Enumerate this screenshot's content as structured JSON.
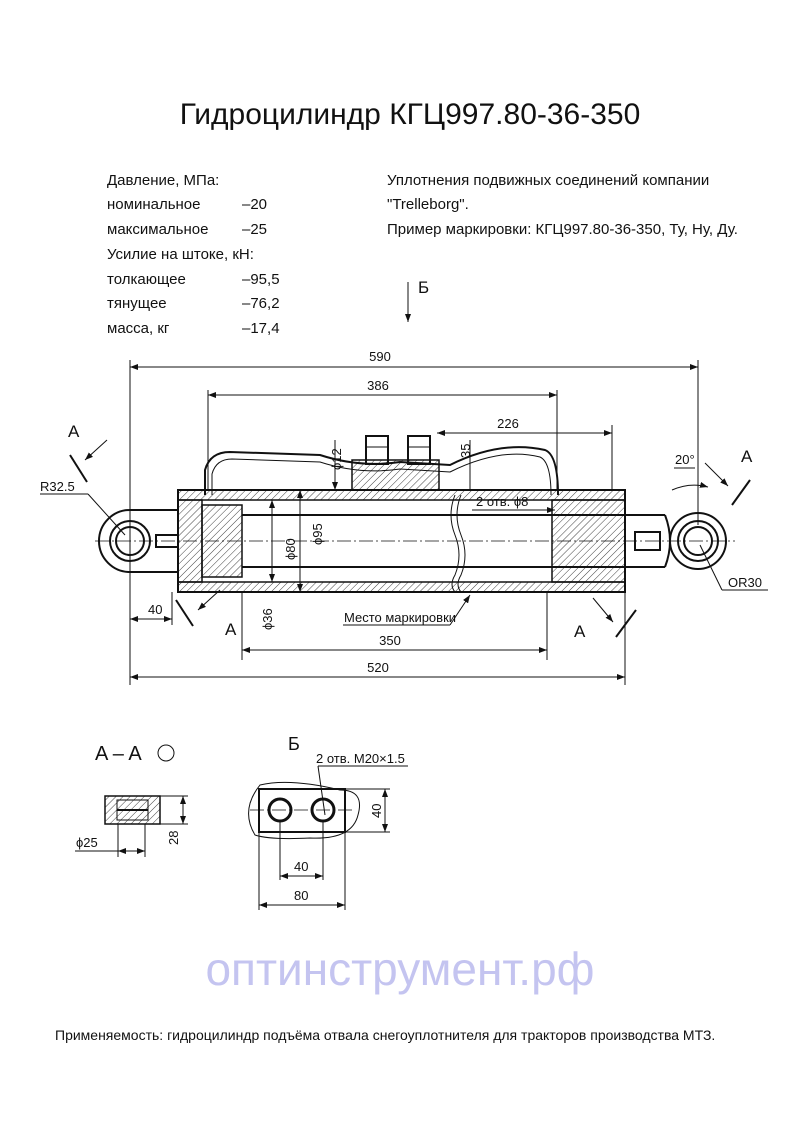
{
  "title": "Гидроцилиндр КГЦ997.80-36-350",
  "specs": {
    "pressure_heading": "Давление, МПа:",
    "rows": [
      {
        "label": "номинальное",
        "value": "–20"
      },
      {
        "label": "максимальное",
        "value": "–25"
      }
    ],
    "force_heading": "Усилие на штоке, кН:",
    "force_rows": [
      {
        "label": "толкающее",
        "value": "–95,5"
      },
      {
        "label": "тянущее",
        "value": "–76,2"
      },
      {
        "label": "масса, кг",
        "value": "–17,4"
      }
    ]
  },
  "notes": {
    "line1": "Уплотнения подвижных соединений компании",
    "line2": "\"Trelleborg\".",
    "line3": "Пример маркировки: КГЦ997.80-36-350, Ту, Ну, Ду."
  },
  "view_b_arrow_label": "Б",
  "dimensions": {
    "overall": "590",
    "d386": "386",
    "d226": "226",
    "d35": "35",
    "phi12": "ϕ12",
    "holes": "2 отв. ϕ8",
    "phi80": "ϕ80",
    "phi95": "ϕ95",
    "phi36": "ϕ36",
    "r325": "R32.5",
    "angle": "20°",
    "or30": "OR30",
    "d40": "40",
    "d350": "350",
    "d520": "520",
    "marking": "Место маркировки",
    "section_a": "A"
  },
  "section_aa": {
    "title": "A – A",
    "phi25": "ϕ25",
    "d28": "28"
  },
  "view_b": {
    "title": "Б",
    "holes": "2 отв. M20×1.5",
    "d40v": "40",
    "d40h": "40",
    "d80": "80"
  },
  "footer": "Применяемость: гидроцилиндр подъёма отвала снегоуплотнителя для тракторов производства МТЗ.",
  "watermark": "оптинструмент.рф"
}
